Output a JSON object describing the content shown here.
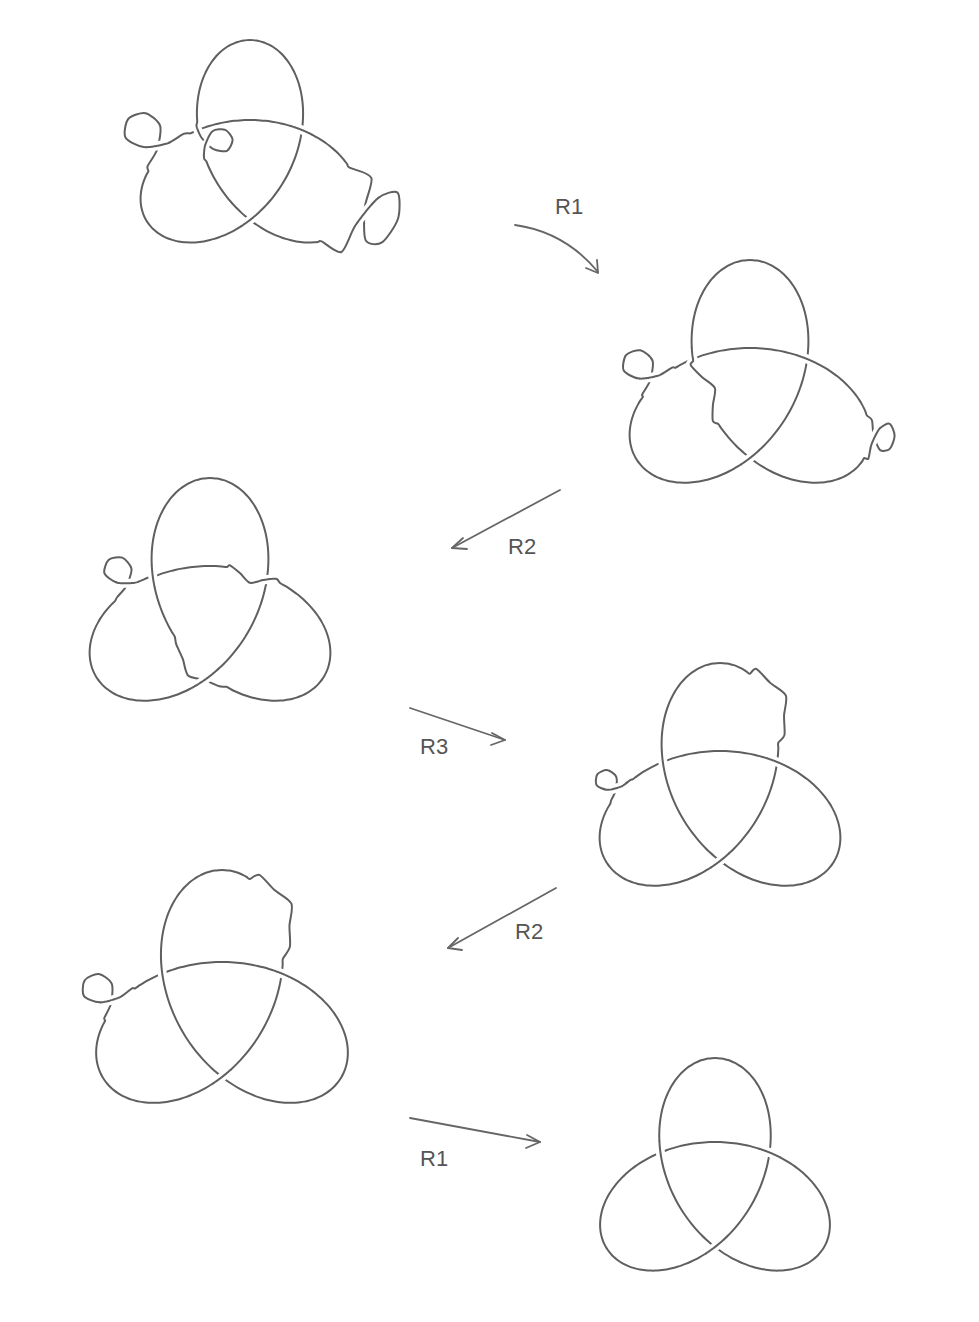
{
  "diagram": {
    "labels": [
      "R1",
      "R2",
      "R3",
      "R2",
      "R1"
    ]
  }
}
